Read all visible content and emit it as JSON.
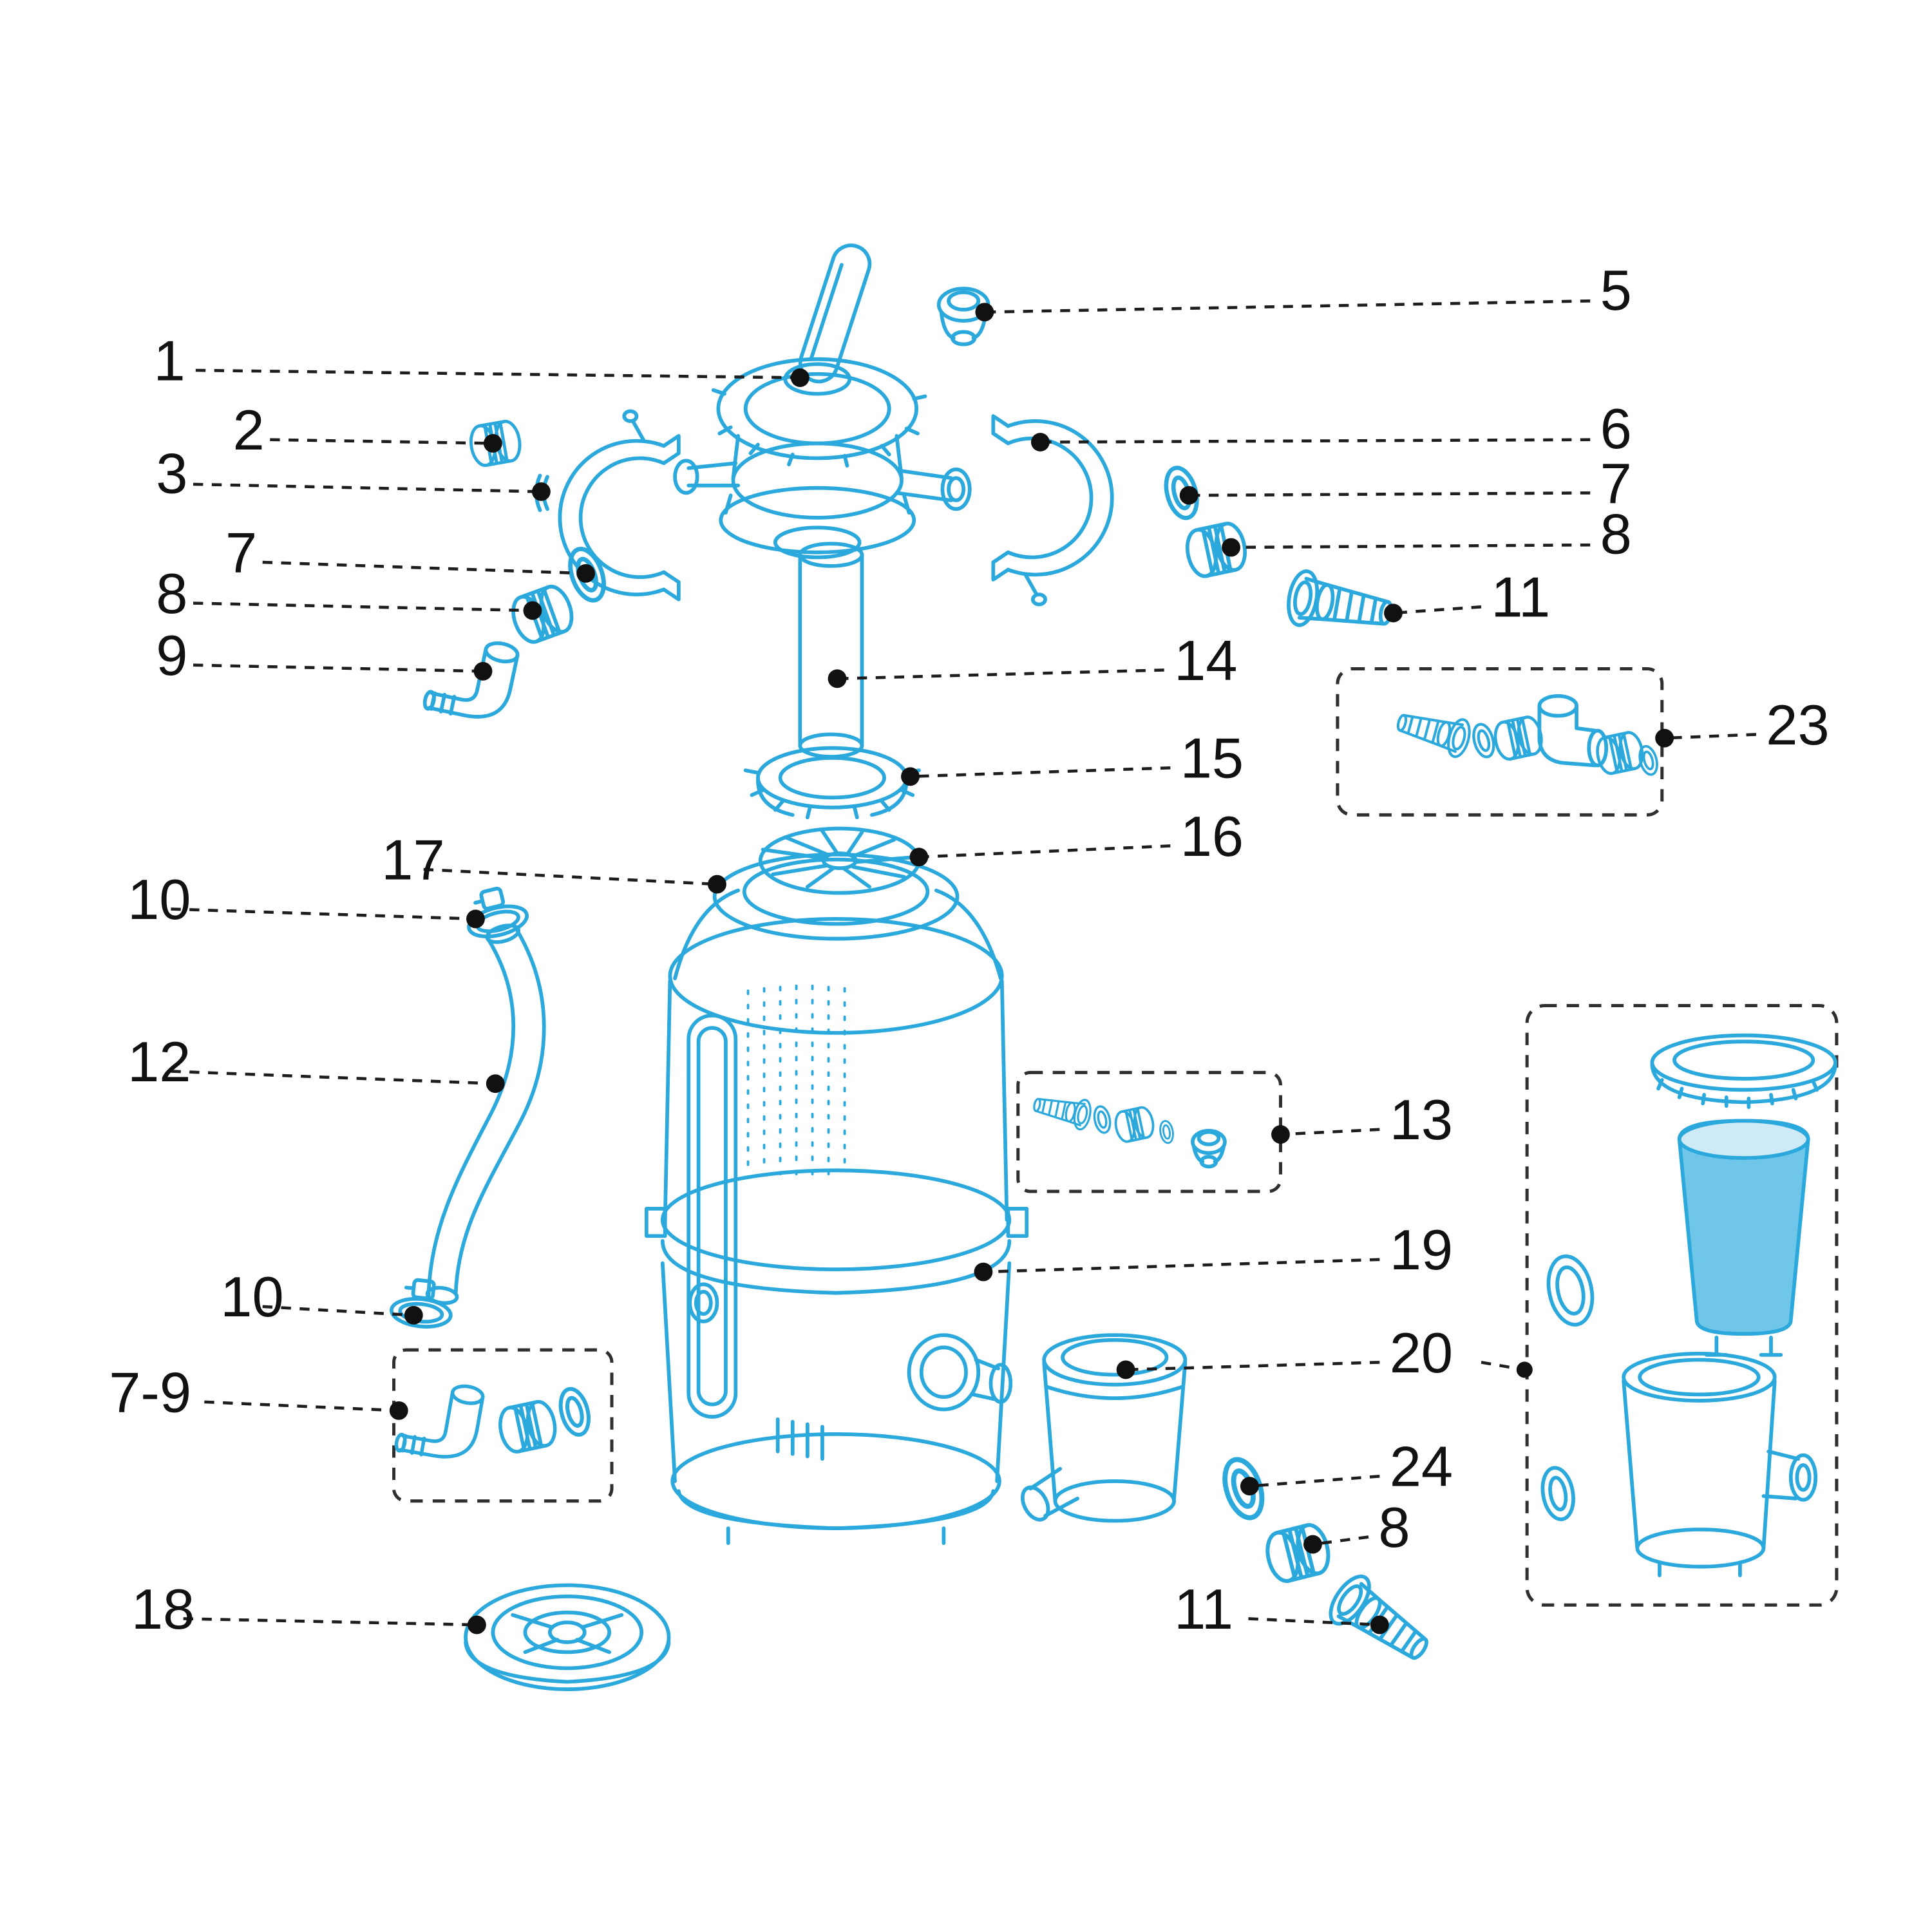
{
  "figure_type": "exploded-parts-diagram",
  "colors": {
    "part_line": "#2BA8DC",
    "label_text": "#111111",
    "leader_line": "#1d1d1d",
    "background": "#ffffff"
  },
  "labels": {
    "n1": "1",
    "n2": "2",
    "n3": "3",
    "n5": "5",
    "n6": "6",
    "n7_right": "7",
    "n8_right": "8",
    "n7_left": "7",
    "n8_left": "8",
    "n9": "9",
    "n11_right": "11",
    "n14": "14",
    "n23": "23",
    "n15": "15",
    "n16": "16",
    "n17": "17",
    "n10_top": "10",
    "n12": "12",
    "n13": "13",
    "n19": "19",
    "n10_bottom": "10",
    "n20": "20",
    "n7_9": "7-9",
    "n24": "24",
    "n8_bottom": "8",
    "n18": "18",
    "n11_bottom": "11"
  }
}
